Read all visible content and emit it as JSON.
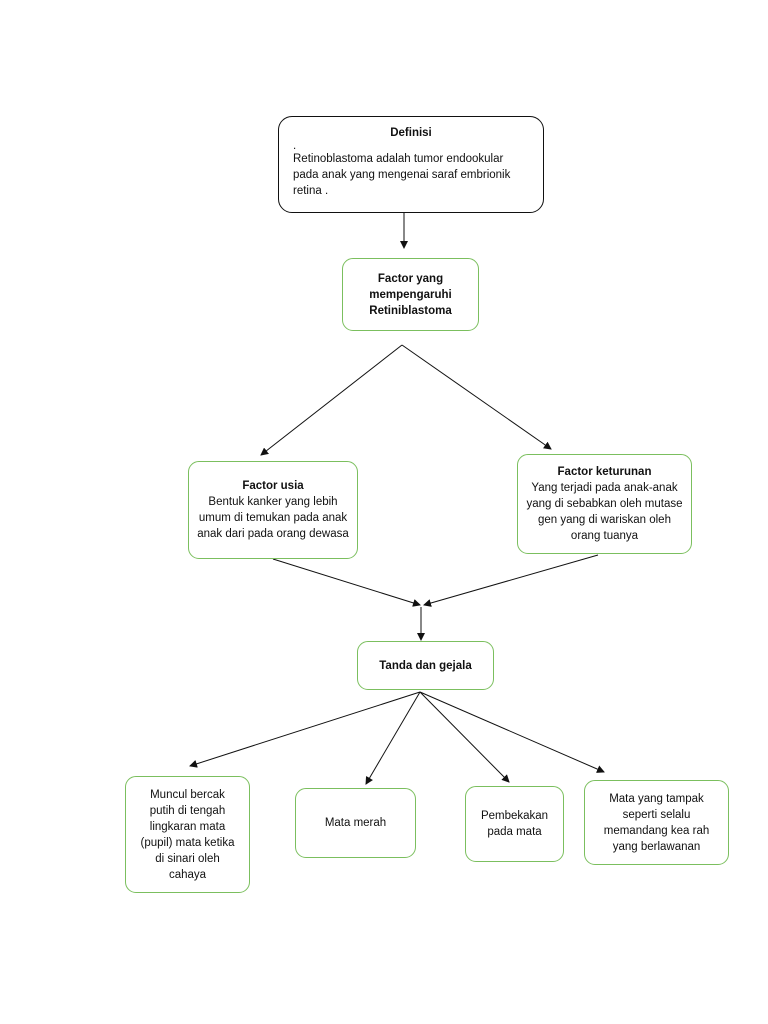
{
  "definisi": {
    "title": "Definisi",
    "dot": ".",
    "text": "Retinoblastoma adalah tumor endookular pada anak yang mengenai saraf embrionik retina ."
  },
  "factor_main": {
    "label": "Factor yang mempengaruhi Retiniblastoma"
  },
  "factor_usia": {
    "title": "Factor usia",
    "text": "Bentuk kanker yang lebih umum di temukan pada anak anak dari pada orang dewasa"
  },
  "factor_keturunan": {
    "title": "Factor keturunan",
    "text": "Yang terjadi pada anak-anak yang di sebabkan oleh mutase gen yang di wariskan oleh orang tuanya"
  },
  "tanda": {
    "label": "Tanda dan gejala"
  },
  "gejala": {
    "bercak": "Muncul bercak putih di tengah lingkaran mata (pupil) mata ketika di sinari oleh cahaya",
    "merah": "Mata merah",
    "pembekakan": "Pembekakan pada mata",
    "tampak": "Mata yang tampak seperti selalu memandang kea rah yang berlawanan"
  }
}
